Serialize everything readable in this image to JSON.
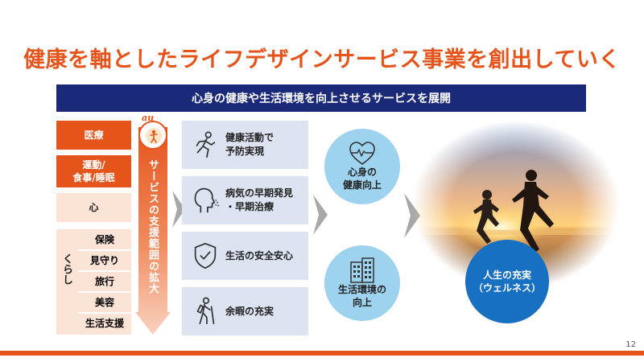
{
  "title": "健康を軸としたライフデザインサービス事業を創出していく",
  "banner": "心身の健康や生活環境を向上させるサービスを展開",
  "left_categories": {
    "medical": "医療",
    "exercise_line1": "運動/",
    "exercise_line2": "食事/睡眠",
    "mind": "心",
    "kurashi": "くらし",
    "kurashi_items": [
      "保険",
      "見守り",
      "旅行",
      "美容",
      "生活支援"
    ]
  },
  "logo_text": "au",
  "expansion_label": "サービスの支援範囲の拡大",
  "services": [
    {
      "line1": "健康活動で",
      "line2": "予防実現",
      "icon": "running-person-icon"
    },
    {
      "line1": "病気の早期発見",
      "line2": "・早期治療",
      "icon": "head-breathing-icon"
    },
    {
      "line1": "生活の安全安心",
      "line2": "",
      "icon": "shield-check-icon"
    },
    {
      "line1": "余暇の充実",
      "line2": "",
      "icon": "hiking-person-icon"
    }
  ],
  "outcomes": {
    "mind_body_line1": "心身の",
    "mind_body_line2": "健康向上",
    "living_line1": "生活環境の",
    "living_line2": "向上"
  },
  "wellness_line1": "人生の充実",
  "wellness_line2": "（ウェルネス）",
  "page_number": "12",
  "colors": {
    "accent": "#e5541b",
    "navy": "#1b2a78",
    "light_blue": "#9dd3ef",
    "wellness_blue": "#1770c2"
  }
}
